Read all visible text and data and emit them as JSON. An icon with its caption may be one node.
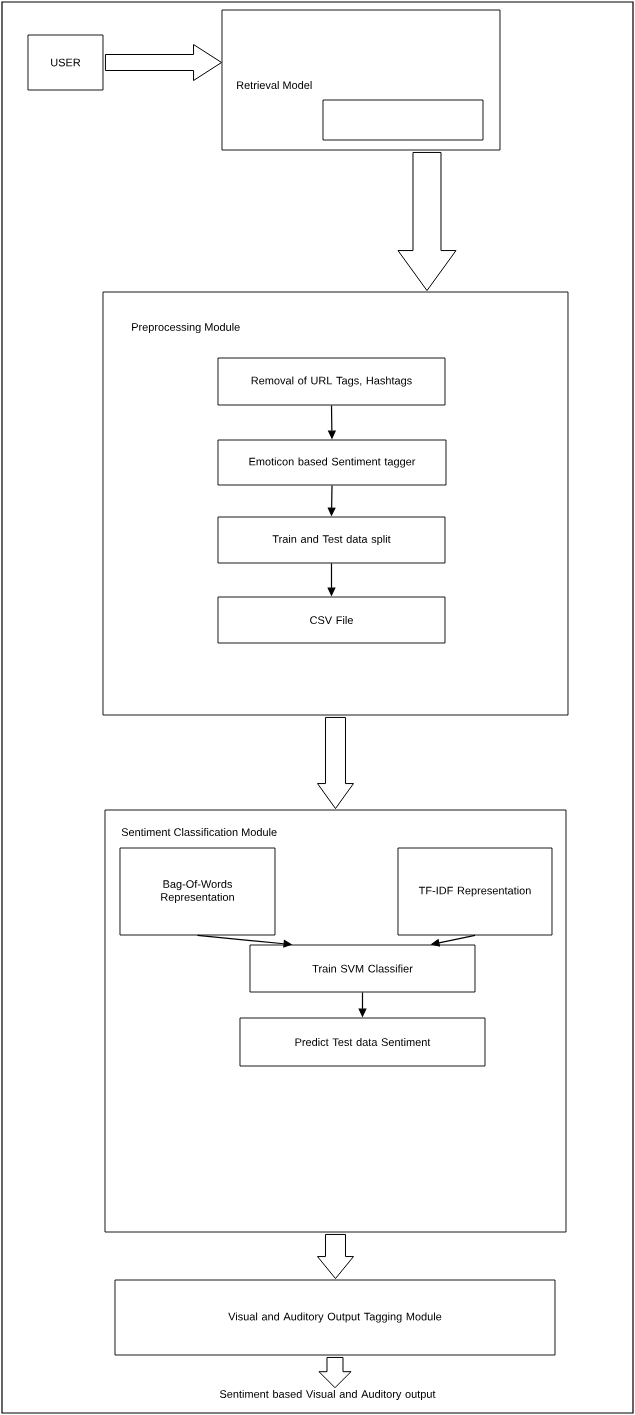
{
  "diagram": {
    "nodes": [
      {
        "text": [
          "USER"
        ]
      },
      {
        "text": [
          "Retrieval Model"
        ]
      },
      {
        "text": [],
        "shape": "box",
        "in": 1
      },
      {
        "text": [
          "Preprocessing Module"
        ]
      },
      {
        "text": [
          "Removal of URL Tags, Hashtags"
        ],
        "in": 3
      },
      {
        "text": [
          "Emoticon based Sentiment tagger"
        ],
        "in": 3
      },
      {
        "text": [
          "Train and Test data split"
        ],
        "in": 3
      },
      {
        "text": [
          "CSV File"
        ],
        "in": 3
      },
      {
        "text": [
          "Sentiment Classification Module"
        ]
      },
      {
        "text": [
          "Bag-Of-Words Representation"
        ],
        "in": 8
      },
      {
        "text": [
          "TF-IDF Representation"
        ],
        "in": 8
      },
      {
        "text": [
          "Train SVM Classifier"
        ],
        "in": 8
      },
      {
        "text": [
          "Predict Test data Sentiment"
        ],
        "in": 8
      },
      {
        "text": [
          "Visual and Auditory Output Tagging Module"
        ]
      },
      {
        "text": [
          "Sentiment based Visual and Auditory output"
        ]
      }
    ],
    "edges": [
      {
        "from": 0,
        "to": 1,
        "arrow": "to",
        "style": "thick"
      },
      {
        "from": 1,
        "to": 3,
        "arrow": "to",
        "style": "thick"
      },
      {
        "from": 4,
        "to": 5,
        "arrow": "to"
      },
      {
        "from": 5,
        "to": 6,
        "arrow": "to"
      },
      {
        "from": 6,
        "to": 7,
        "arrow": "to"
      },
      {
        "from": 3,
        "to": 8,
        "arrow": "to",
        "style": "thick"
      },
      {
        "from": 9,
        "to": 11,
        "arrow": "to"
      },
      {
        "from": 10,
        "to": 11,
        "arrow": "to"
      },
      {
        "from": 11,
        "to": 12,
        "arrow": "to"
      },
      {
        "from": 8,
        "to": 13,
        "arrow": "to",
        "style": "thick"
      },
      {
        "from": 13,
        "to": 14,
        "arrow": "to",
        "style": "thick"
      }
    ]
  }
}
